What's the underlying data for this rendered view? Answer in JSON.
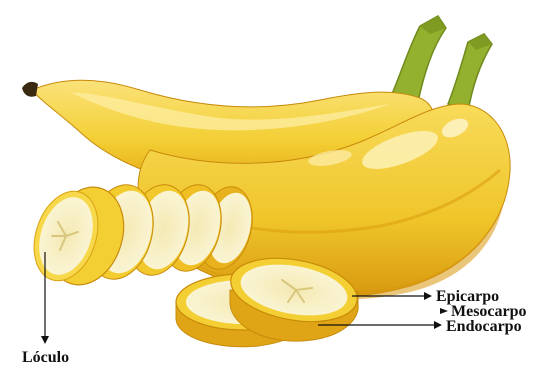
{
  "illustration": {
    "subject": "banana-bunch-with-slices",
    "colors": {
      "peel": "#f3cf34",
      "peel_light": "#fbe680",
      "peel_shadow": "#e4a613",
      "peel_dark": "#c88a0a",
      "stem": "#93b02e",
      "stem_dark": "#6f8a1c",
      "tip": "#3b2a12",
      "flesh": "#f8f1c4",
      "flesh_center": "#efe3a3",
      "seed_lines": "#d9c77d",
      "arrow": "#111111"
    }
  },
  "labels": {
    "epicarpo": "Epicarpo",
    "mesocarpo": "Mesocarpo",
    "endocarpo": "Endocarpo",
    "loculo": "Lóculo"
  }
}
